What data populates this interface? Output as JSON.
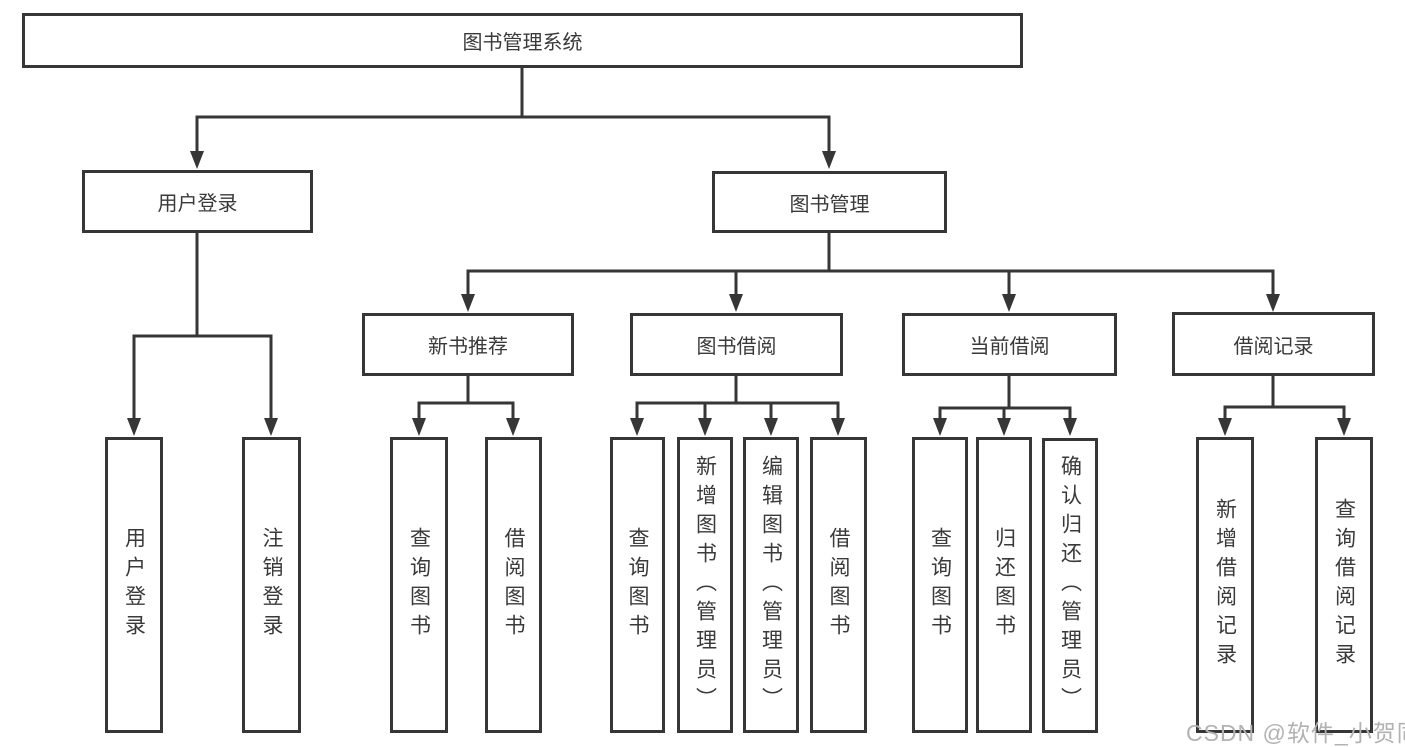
{
  "diagram": {
    "root": {
      "label": "图书管理系统"
    },
    "branches": [
      {
        "label": "用户登录",
        "children": [
          {
            "label": "用户登录"
          },
          {
            "label": "注销登录"
          }
        ]
      },
      {
        "label": "图书管理",
        "children": [
          {
            "label": "新书推荐",
            "children": [
              {
                "label": "查询图书"
              },
              {
                "label": "借阅图书"
              }
            ]
          },
          {
            "label": "图书借阅",
            "children": [
              {
                "label": "查询图书"
              },
              {
                "label": "新增图书（管理员）"
              },
              {
                "label": "编辑图书（管理员）"
              },
              {
                "label": "借阅图书"
              }
            ]
          },
          {
            "label": "当前借阅",
            "children": [
              {
                "label": "查询图书"
              },
              {
                "label": "归还图书"
              },
              {
                "label": "确认归还（管理员）"
              }
            ]
          },
          {
            "label": "借阅记录",
            "children": [
              {
                "label": "新增借阅记录"
              },
              {
                "label": "查询借阅记录"
              }
            ]
          }
        ]
      }
    ]
  },
  "watermark": {
    "text": "CSDN @软件_小贺同学"
  },
  "colors": {
    "line": "#363636",
    "text": "#3a3a3a",
    "background": "#ffffff",
    "watermark": "#b2b2b2"
  }
}
